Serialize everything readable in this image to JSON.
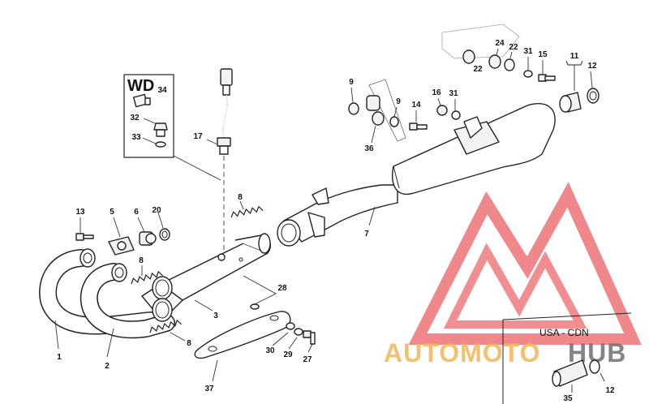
{
  "variant_box": {
    "label": "WD",
    "parts": [
      "34",
      "32",
      "33"
    ]
  },
  "part_numbers": {
    "n1": "1",
    "n2": "2",
    "n3": "3",
    "n5": "5",
    "n6": "6",
    "n7": "7",
    "n8a": "8",
    "n8b": "8",
    "n8c": "8",
    "n9a": "9",
    "n9b": "9",
    "n11": "11",
    "n12a": "12",
    "n12b": "12",
    "n13": "13",
    "n14": "14",
    "n15": "15",
    "n16": "16",
    "n17": "17",
    "n20": "20",
    "n22a": "22",
    "n22b": "22",
    "n24": "24",
    "n27": "27",
    "n28": "28",
    "n29": "29",
    "n30": "30",
    "n31a": "31",
    "n31b": "31",
    "n35": "35",
    "n36": "36",
    "n37": "37"
  },
  "watermark": {
    "brand_part1": "AUTOMOTO",
    "brand_part2": "HUB",
    "region": "USA - CDN",
    "colors": {
      "red": "#e8434a",
      "orange": "#f0a93a",
      "grey": "#555555"
    }
  }
}
